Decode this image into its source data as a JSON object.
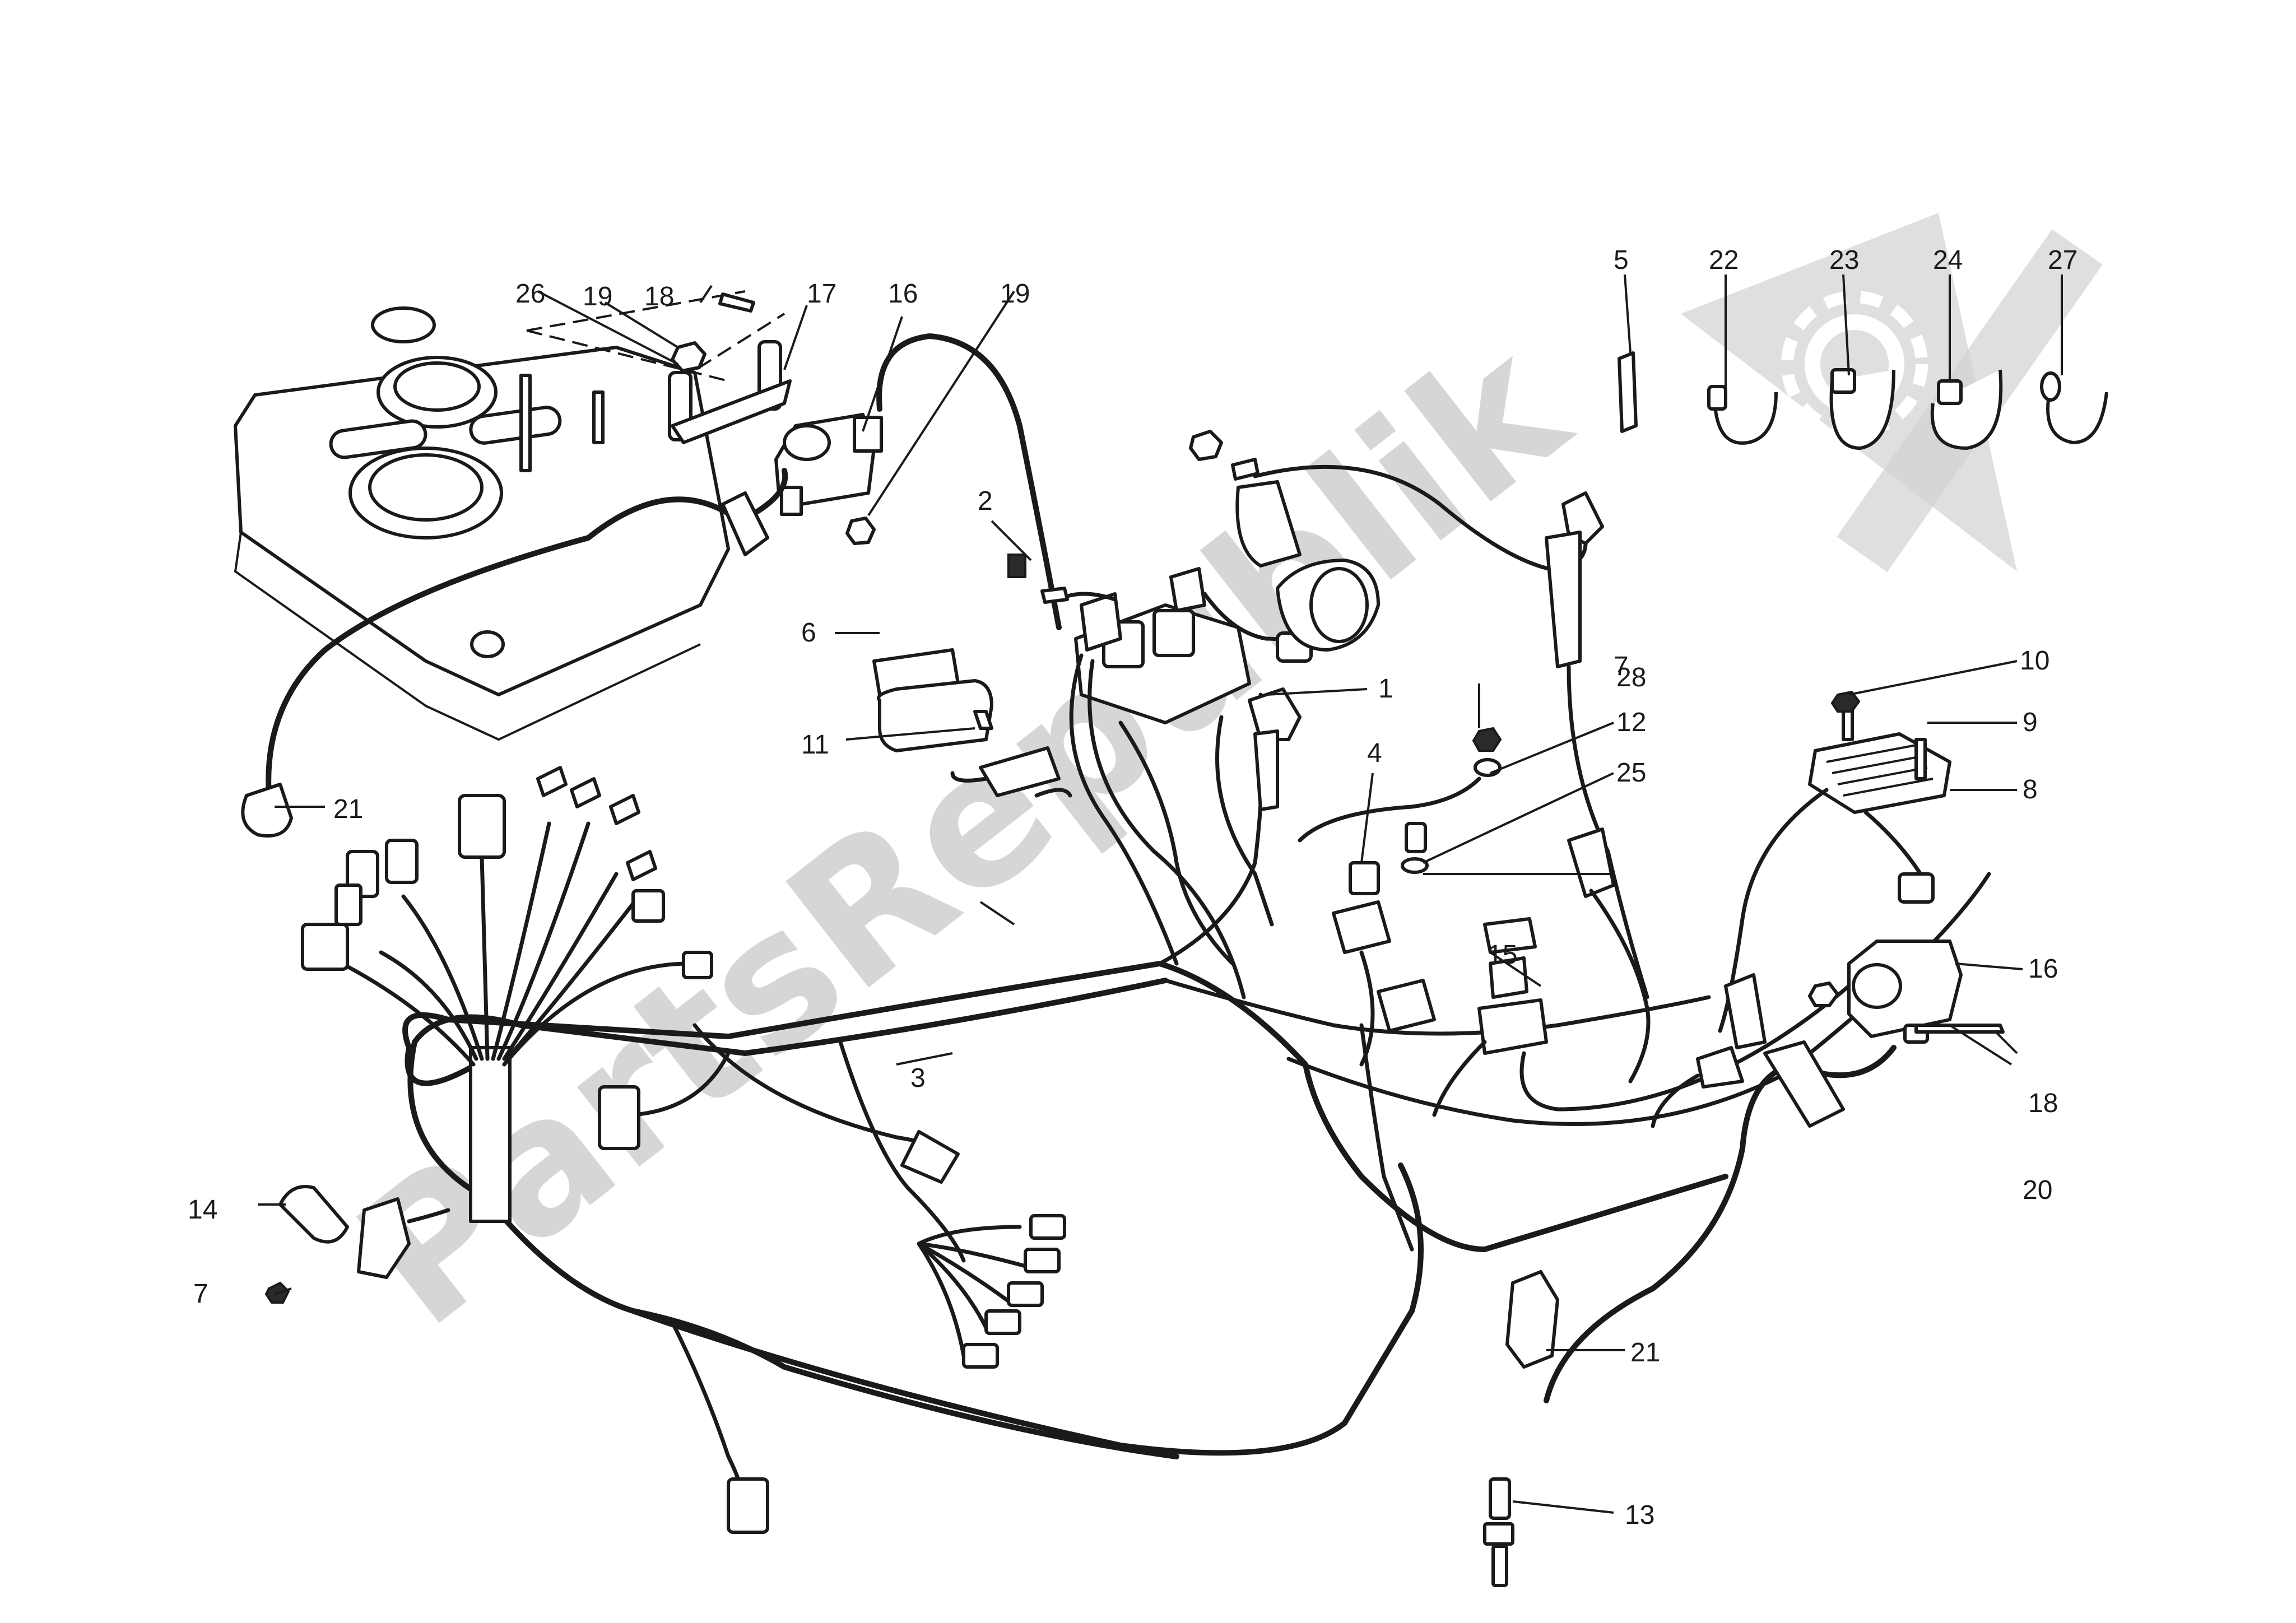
{
  "watermark": {
    "text": "PartsRepublik",
    "color": "#c9c9c9"
  },
  "colors": {
    "line": "#1a1a1a",
    "background": "#ffffff"
  },
  "callouts": {
    "c1": "1",
    "c2": "2",
    "c3": "3",
    "c4": "4",
    "c5": "5",
    "c6": "6",
    "c7a": "7",
    "c7b": "7",
    "c8": "8",
    "c9": "9",
    "c10": "10",
    "c11": "11",
    "c12": "12",
    "c13": "13",
    "c14": "14",
    "c15": "15",
    "c16a": "16",
    "c16b": "16",
    "c17": "17",
    "c18a": "18",
    "c18b": "18",
    "c19a": "19",
    "c19b": "19",
    "c20": "20",
    "c21a": "21",
    "c21b": "21",
    "c22": "22",
    "c23": "23",
    "c24": "24",
    "c25": "25",
    "c26": "26",
    "c27": "27",
    "c28": "28"
  },
  "icons": {
    "watermark_logo": "gear-in-triangle-icon",
    "ignition_coil": "ignition-coil-icon",
    "spark_plug": "spark-plug-icon",
    "voltage_regulator": "voltage-regulator-icon",
    "fuse_box": "fuse-box-icon",
    "cable_ties": "cable-tie-icon"
  }
}
